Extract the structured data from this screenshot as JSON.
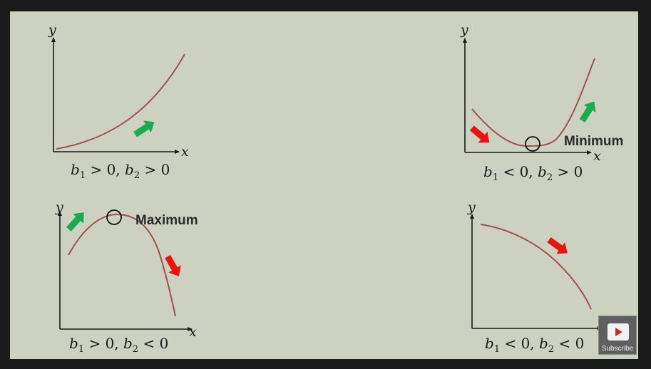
{
  "axes": {
    "x_label": "x",
    "y_label": "y"
  },
  "panels": [
    {
      "id": "top-left",
      "caption": {
        "b1": "b",
        "b1_sub": "1",
        "b1_rel": " > 0, ",
        "b2": "b",
        "b2_sub": "2",
        "b2_rel": " > 0"
      },
      "annotation": "",
      "shape": "increasing-convex",
      "arrows": [
        "green-up"
      ]
    },
    {
      "id": "top-right",
      "caption": {
        "b1": "b",
        "b1_sub": "1",
        "b1_rel": " < 0, ",
        "b2": "b",
        "b2_sub": "2",
        "b2_rel": " > 0"
      },
      "annotation": "Minimum",
      "shape": "u-shaped-minimum",
      "arrows": [
        "red-down",
        "green-up"
      ]
    },
    {
      "id": "bottom-left",
      "caption": {
        "b1": "b",
        "b1_sub": "1",
        "b1_rel": " > 0, ",
        "b2": "b",
        "b2_sub": "2",
        "b2_rel": " < 0"
      },
      "annotation": "Maximum",
      "shape": "inverted-u-maximum",
      "arrows": [
        "green-up",
        "red-down"
      ]
    },
    {
      "id": "bottom-right",
      "caption": {
        "b1": "b",
        "b1_sub": "1",
        "b1_rel": " < 0, ",
        "b2": "b",
        "b2_sub": "2",
        "b2_rel": " < 0"
      },
      "annotation": "",
      "shape": "decreasing-concave",
      "arrows": [
        "red-down"
      ]
    }
  ],
  "colors": {
    "background": "#cdd2c0",
    "curve": "#a0524a",
    "arrow_up": "#1aab4f",
    "arrow_down": "#e8140f",
    "axis": "#1a1a1a"
  },
  "subscribe_button": {
    "label": "Subscribe",
    "icon": "play-icon"
  }
}
